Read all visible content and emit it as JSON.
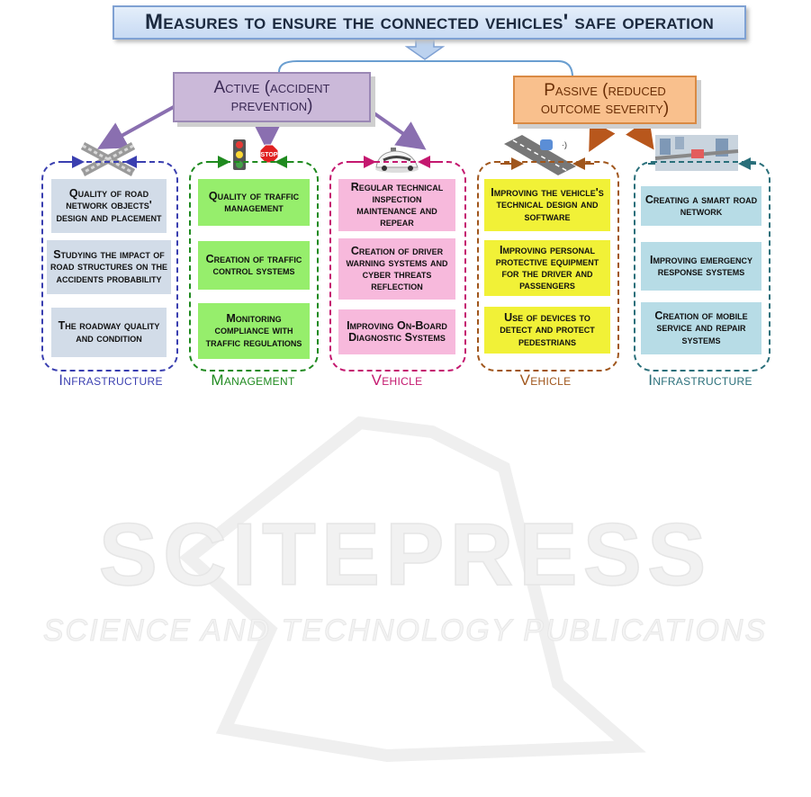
{
  "title": "Measures to ensure the connected vehicles' safe operation",
  "active": {
    "label": "Active (accident prevention)"
  },
  "passive": {
    "label": "Passive (reduced outcome severity)"
  },
  "groups": [
    {
      "label": "Infrastructure",
      "color": "#3a3fb0",
      "items": [
        "Quality of road network objects' design and placement",
        "Studying the impact of road structures on the accidents probability",
        "The roadway quality and condition"
      ]
    },
    {
      "label": "Management",
      "color": "#1f8a1f",
      "items": [
        "Quality of traffic management",
        "Creation of traffic control systems",
        "Monitoring compliance with traffic regulations"
      ]
    },
    {
      "label": "Vehicle",
      "color": "#c4186f",
      "items": [
        "Regular technical inspection maintenance and repear",
        "Creation of driver warning systems and cyber threats reflection",
        "Improving On-Board Diagnostic Systems"
      ]
    },
    {
      "label": "Vehicle",
      "color": "#a0561c",
      "items": [
        "Improving the vehicle's technical design and software",
        "Improving personal protective equipment for the driver and passengers",
        "Use of devices to detect and protect pedestrians"
      ]
    },
    {
      "label": "Infrastructure",
      "color": "#2a6f7a",
      "items": [
        "Creating a smart road network",
        "Improving emergency response systems",
        "Creation of mobile service and repair systems"
      ]
    }
  ],
  "stop_sign": "STOP",
  "watermark": {
    "brand": "SCITEPRESS",
    "tagline": "SCIENCE AND TECHNOLOGY PUBLICATIONS"
  }
}
